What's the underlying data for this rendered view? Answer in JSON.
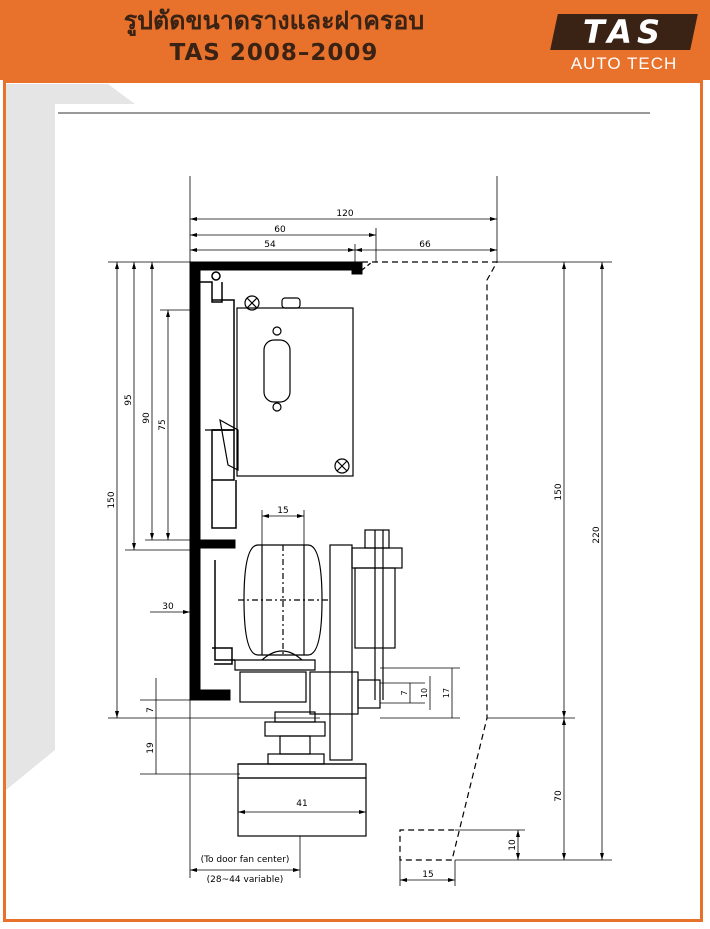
{
  "header": {
    "title_thai": "รูปตัดขนาดรางและฝาครอบ",
    "title_model": "TAS 2008–2009",
    "logo_text": "TAS",
    "logo_subtext": "AUTO TECH",
    "bar_color": "#e8722c",
    "text_color": "#3a2214"
  },
  "dimensions": {
    "top_120": "120",
    "top_60": "60",
    "top_54": "54",
    "top_66": "66",
    "left_150": "150",
    "left_95": "95",
    "left_90": "90",
    "left_75": "75",
    "roller_15": "15",
    "depth_30": "30",
    "small_7_left": "7",
    "small_19": "19",
    "bracket_41": "41",
    "right_150": "150",
    "right_220": "220",
    "right_70": "70",
    "right_10": "10",
    "bottom_15": "15",
    "bolt_7": "7",
    "bolt_10": "10",
    "bolt_17": "17"
  },
  "notes": {
    "door_center": "(To door fan center)",
    "variable": "(28~44 variable)"
  }
}
